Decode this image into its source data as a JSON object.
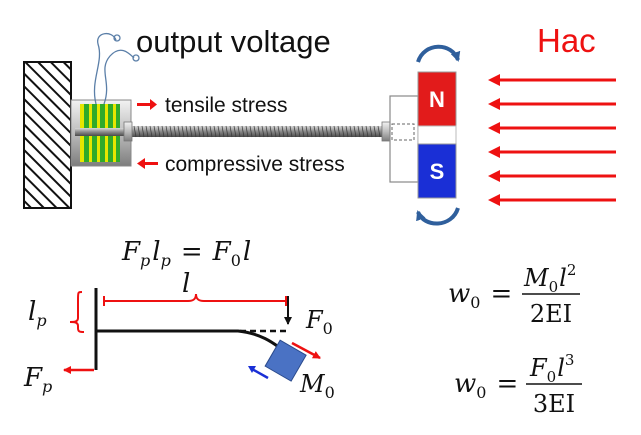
{
  "labels": {
    "output_voltage": "output voltage",
    "tensile_stress": "tensile stress",
    "compressive_stress": "compressive stress",
    "field": "Hac",
    "magnet_north": "N",
    "magnet_south": "S"
  },
  "equations": {
    "moment_balance": {
      "F": "F",
      "p": "p",
      "l": "l",
      "eq": "=",
      "F0": "F",
      "zero": "0"
    },
    "w0_moment": {
      "w": "w",
      "zero": "0",
      "eq": "=",
      "num_M": "M",
      "num_sub": "0",
      "num_l": "l",
      "num_exp": "2",
      "den": "2EI"
    },
    "w0_force": {
      "w": "w",
      "zero": "0",
      "eq": "=",
      "num_F": "F",
      "num_sub": "0",
      "num_l": "l",
      "num_exp": "3",
      "den": "3EI"
    }
  },
  "beam_labels": {
    "l_p": "l",
    "l_p_sub": "p",
    "l": "l",
    "F_p": "F",
    "F_p_sub": "p",
    "F_0": "F",
    "F_0_sub": "0",
    "M_0": "M",
    "M_0_sub": "0"
  },
  "colors": {
    "arrow_red": "#ee1111",
    "magnet_red": "#e21b1b",
    "magnet_blue": "#1a2fd6",
    "rotation_blue": "#2f5f9c",
    "coil_green": "#2faa2a",
    "coil_yellow": "#e6e600",
    "mass_blue": "#4a72c4"
  }
}
